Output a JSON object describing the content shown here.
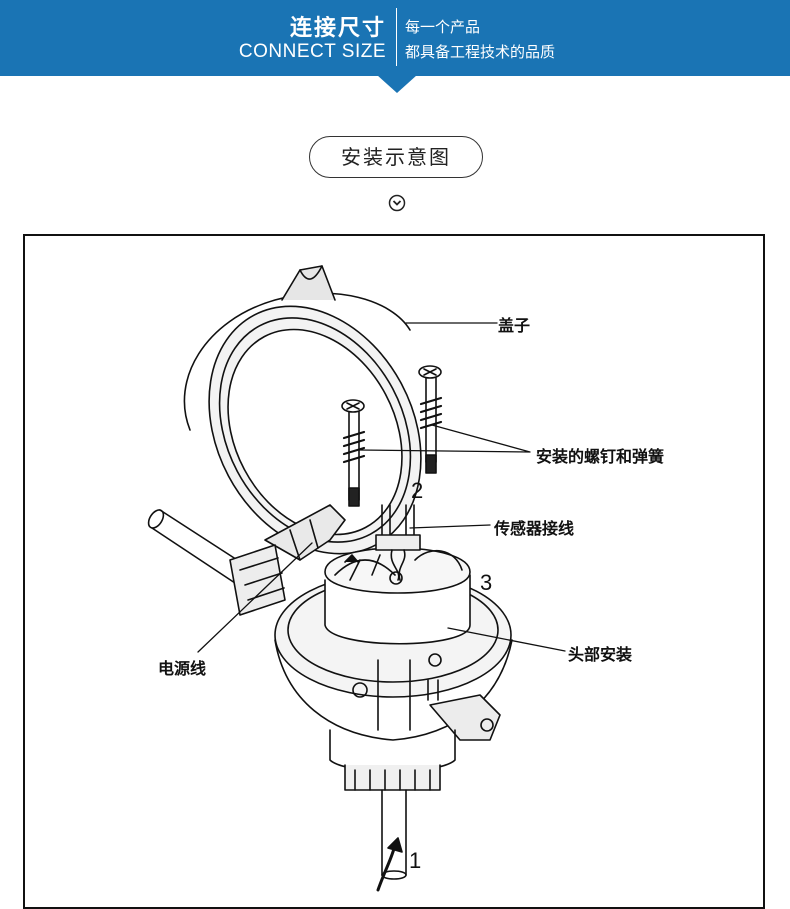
{
  "header": {
    "title_cn": "连接尺寸",
    "title_en": "CONNECT SIZE",
    "sub_line1": "每一个产品",
    "sub_line2": "都具备工程技术的品质",
    "bg_color": "#1a74b4"
  },
  "section": {
    "title": "安装示意图",
    "down_icon": "chevron-down-circle-icon"
  },
  "diagram": {
    "labels": {
      "cover": "盖子",
      "screws": "安装的螺钉和弹簧",
      "sensor_wire": "传感器接线",
      "head_install": "头部安装",
      "power_line": "电源线"
    },
    "numbers": {
      "n1": "1",
      "n2": "2",
      "n3": "3"
    }
  }
}
